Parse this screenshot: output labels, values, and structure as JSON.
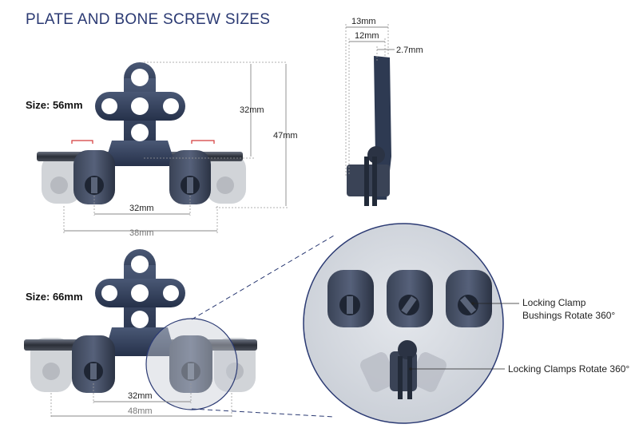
{
  "title": "PLATE AND BONE SCREW SIZES",
  "size_labels": [
    "Size: 56mm",
    "Size: 66mm"
  ],
  "dimensions": {
    "plate56_height": "32mm",
    "plate56_total_height": "47mm",
    "plate56_spacing": "32mm",
    "plate56_width": "38mm",
    "plate66_spacing": "32mm",
    "plate66_width": "48mm",
    "side_width_outer": "13mm",
    "side_width_inner": "12mm",
    "side_thickness": "2.7mm"
  },
  "callouts": {
    "bushings_line1": "Locking Clamp",
    "bushings_line2": "Bushings Rotate 360°",
    "clamps": "Locking Clamps Rotate 360°"
  },
  "colors": {
    "title": "#2b3a73",
    "plate": "#2e3a52",
    "ghost": "#c9ccd1",
    "dim_line": "#999999",
    "zoom_fill": "#d7dbe1"
  }
}
